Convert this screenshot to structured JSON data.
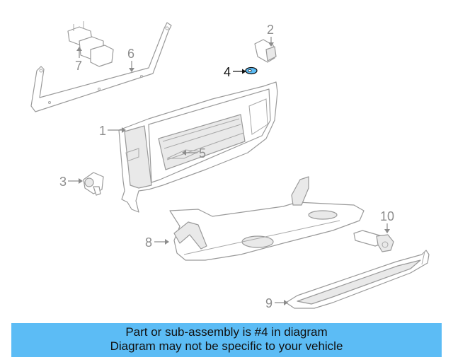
{
  "callouts": {
    "c1": "1",
    "c2": "2",
    "c3": "3",
    "c4": "4",
    "c5": "5",
    "c6": "6",
    "c7": "7",
    "c8": "8",
    "c9": "9",
    "c10": "10"
  },
  "highlighted_part": "4",
  "colors": {
    "banner_background": "#5cbcf5",
    "highlight_part": "#5cbcf5",
    "outline": "#9a9a9a",
    "callout_text": "#8c8c8c"
  },
  "banner": {
    "line1": "Part or sub-assembly is #4 in diagram",
    "line2": "Diagram may not be specific to your vehicle"
  }
}
